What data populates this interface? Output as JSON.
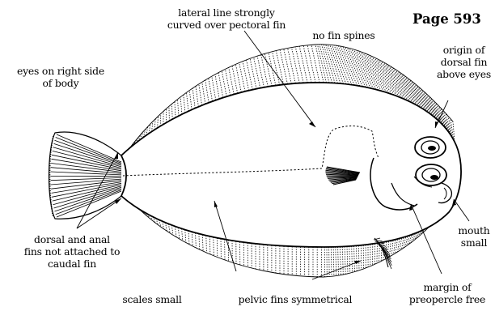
{
  "page_label": "Page 593",
  "labels": {
    "lateral_line": [
      "lateral line strongly",
      "curved over pectoral fin"
    ],
    "fin_spines": [
      "no fin spines"
    ],
    "eyes": [
      "eyes on right side",
      "of body"
    ],
    "dorsal_origin": [
      "origin of",
      "dorsal fin",
      "above eyes"
    ],
    "fins_not_attached": [
      "dorsal and anal",
      "fins not attached to",
      "caudal fin"
    ],
    "mouth": [
      "mouth",
      "small"
    ],
    "preopercle": [
      "margin of",
      "preopercle free"
    ],
    "scales": [
      "scales small"
    ],
    "pelvic": [
      "pelvic fins symmetrical"
    ]
  },
  "colors": {
    "ink": "#000000",
    "paper": "#ffffff"
  }
}
